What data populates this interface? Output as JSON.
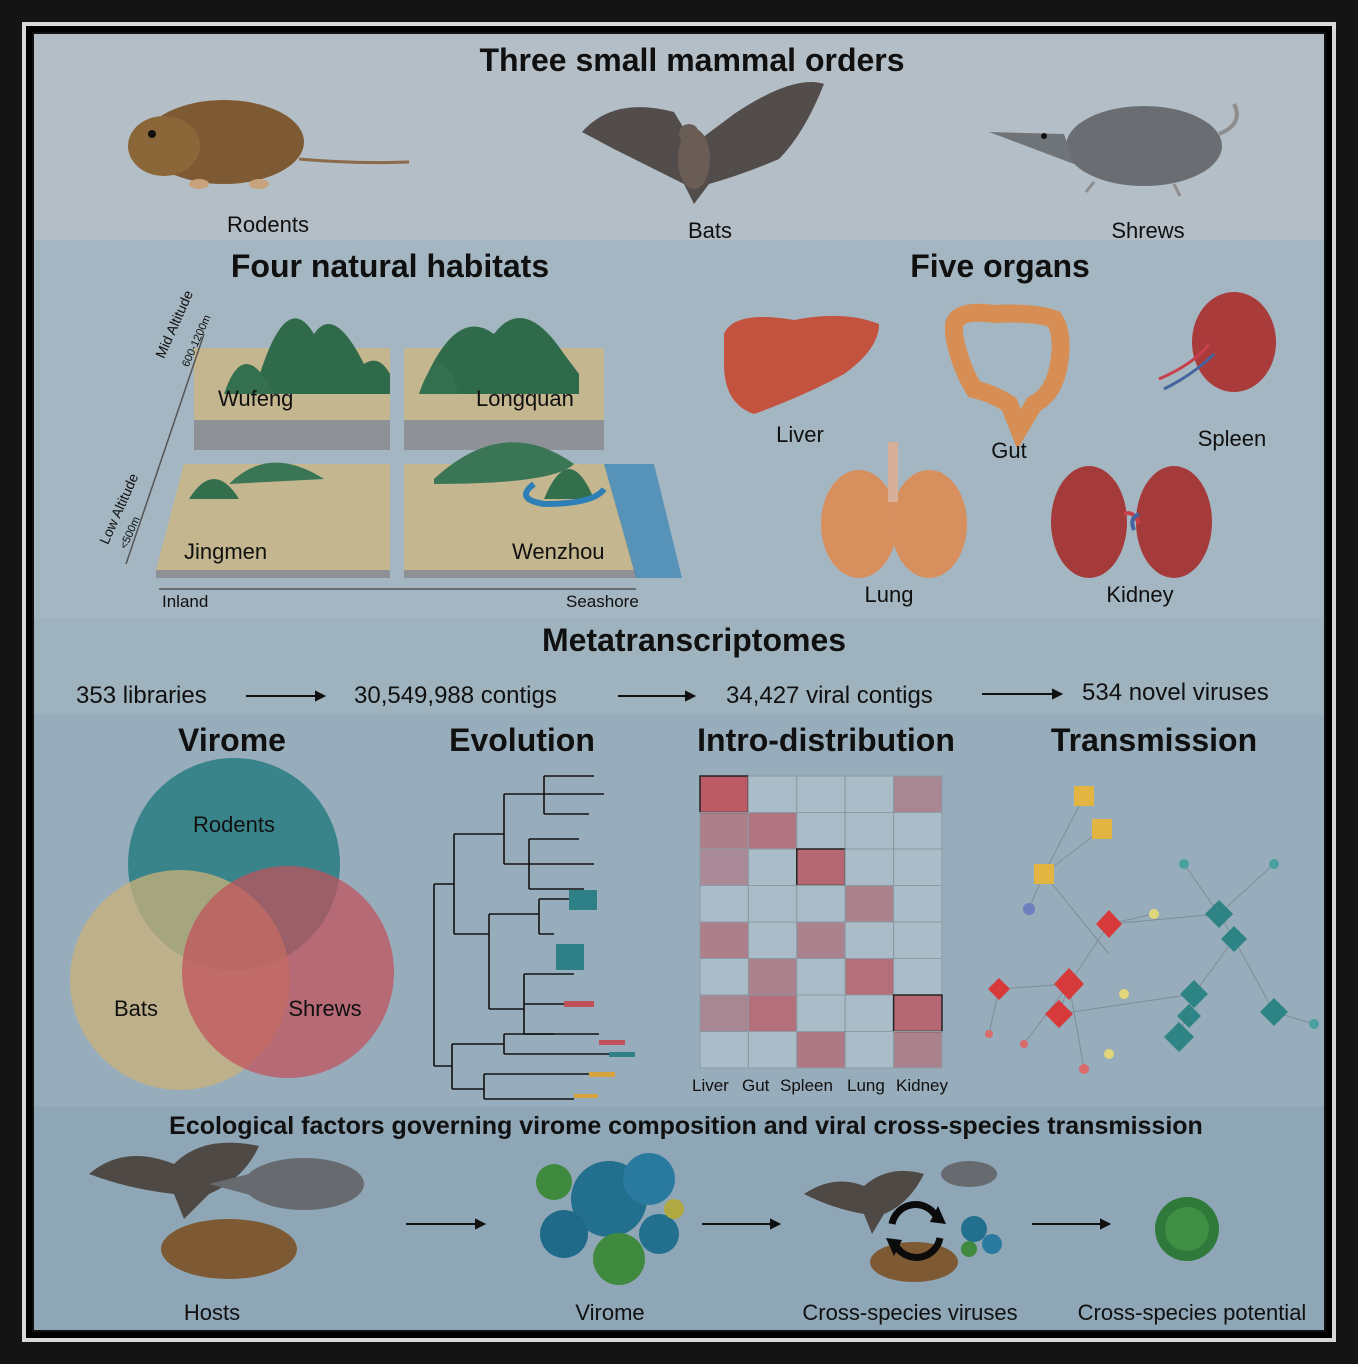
{
  "sections": {
    "mammals": {
      "title": "Three small mammal orders",
      "labels": [
        "Rodents",
        "Bats",
        "Shrews"
      ]
    },
    "habitats": {
      "title": "Four natural habitats",
      "sites": [
        "Wufeng",
        "Longquan",
        "Jingmen",
        "Wenzhou"
      ],
      "mid_altitude": "Mid Altitude",
      "mid_range": "600-1200m",
      "low_altitude": "Low Altitude",
      "low_range": "<500m",
      "inland": "Inland",
      "seashore": "Seashore"
    },
    "organs": {
      "title": "Five organs",
      "labels": [
        "Liver",
        "Gut",
        "Spleen",
        "Lung",
        "Kidney"
      ]
    },
    "metatranscriptomes": {
      "title": "Metatranscriptomes",
      "steps": [
        "353 libraries",
        "30,549,988 contigs",
        "34,427 viral contigs",
        "534 novel viruses"
      ]
    },
    "analysis": {
      "virome": "Virome",
      "evolution": "Evolution",
      "distribution": "Intro-distribution",
      "transmission": "Transmission",
      "venn": [
        "Rodents",
        "Bats",
        "Shrews"
      ],
      "heatmap_columns": [
        "Liver",
        "Gut",
        "Spleen",
        "Lung",
        "Kidney"
      ]
    },
    "ecology": {
      "title": "Ecological factors governing virome composition and viral cross-species transmission",
      "steps": [
        "Hosts",
        "Virome",
        "Cross-species viruses",
        "Cross-species potential"
      ]
    }
  },
  "colors": {
    "teal": "#2f7f86",
    "tan": "#c9b27a",
    "red": "#c0505a",
    "green": "#3f7a52"
  },
  "heatmap": [
    [
      0.9,
      0,
      0,
      0,
      0.25
    ],
    [
      0.35,
      0.5,
      0,
      0,
      0
    ],
    [
      0.2,
      0,
      0.7,
      0,
      0
    ],
    [
      0,
      0,
      0,
      0.3,
      0
    ],
    [
      0.35,
      0,
      0.3,
      0,
      0
    ],
    [
      0,
      0.3,
      0,
      0.6,
      0
    ],
    [
      0.25,
      0.6,
      0,
      0,
      0.7
    ],
    [
      0,
      0,
      0.45,
      0,
      0.3
    ]
  ]
}
